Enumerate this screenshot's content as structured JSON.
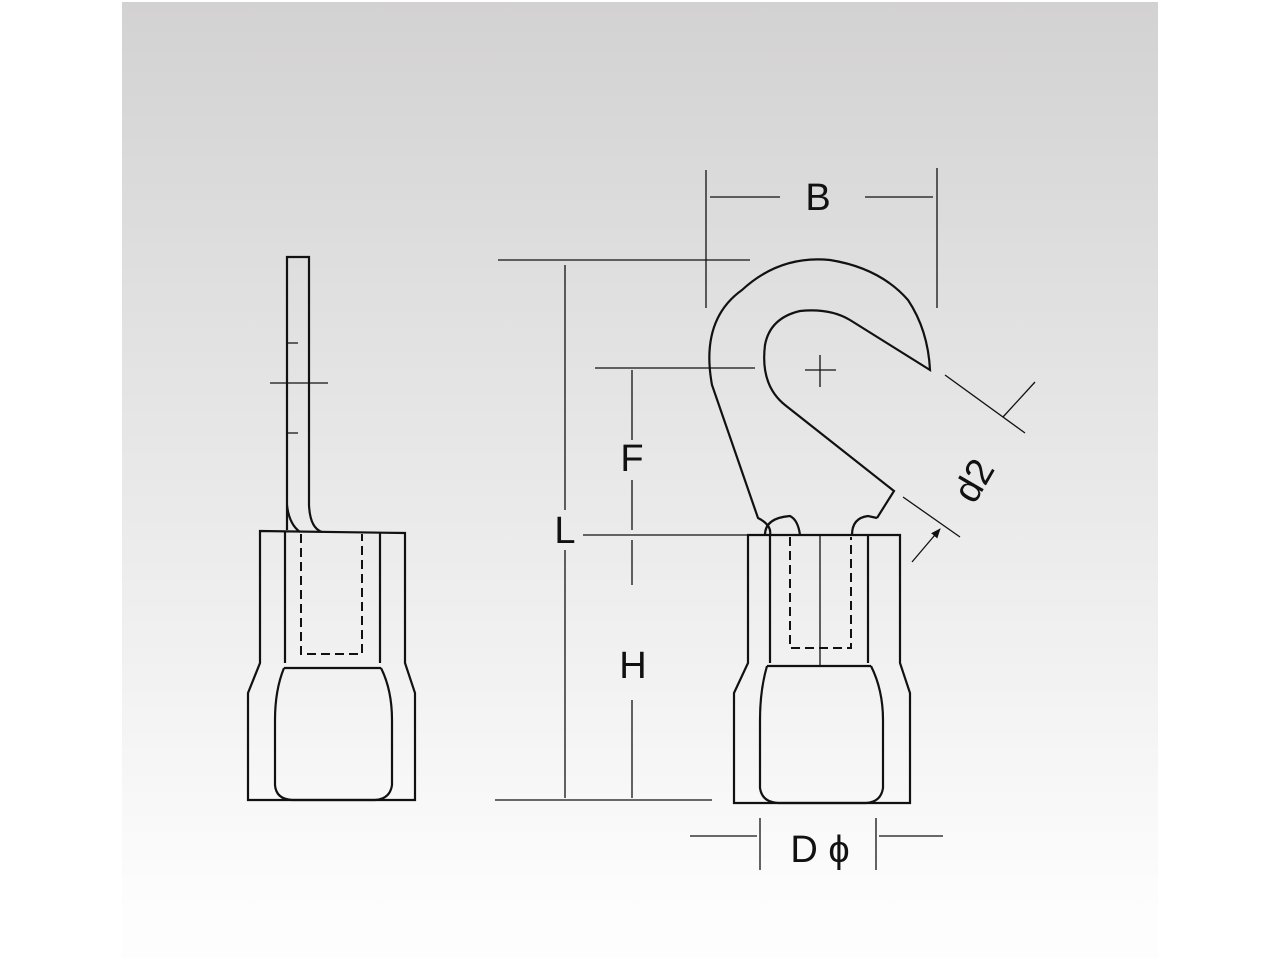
{
  "labels": {
    "B": "B",
    "L": "L",
    "F": "F",
    "H": "H",
    "d2": "d2",
    "D": "D ϕ"
  }
}
